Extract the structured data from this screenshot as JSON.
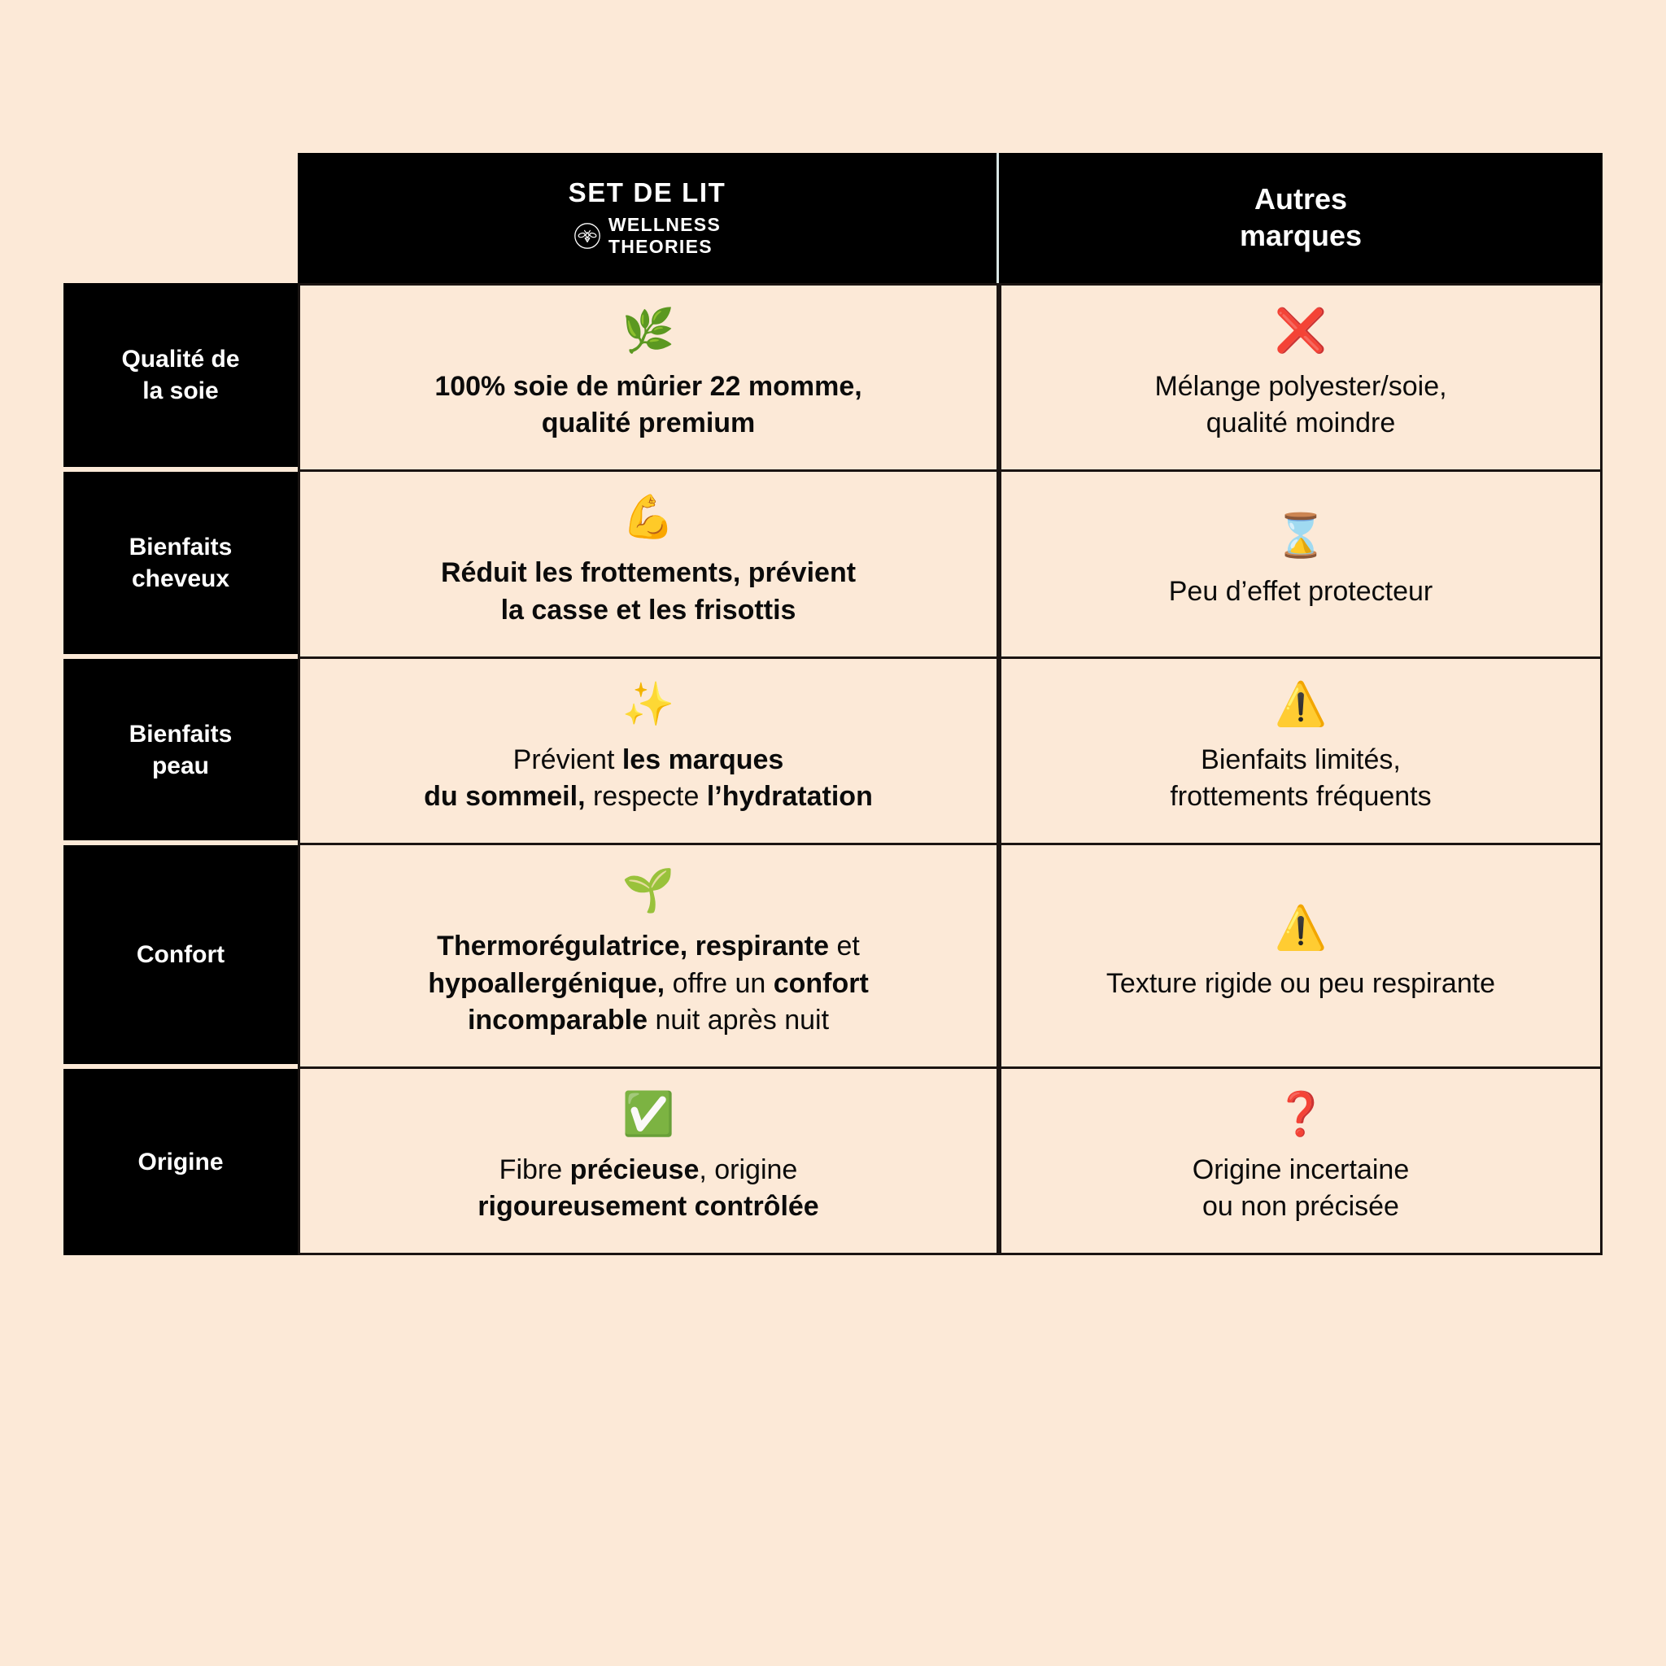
{
  "theme": {
    "background": "#FCE9D7",
    "header_bg": "#000000",
    "header_text": "#FFFFFF",
    "border": "#1A1412",
    "negative_red": "#E01B1B"
  },
  "header": {
    "label_spacer": "",
    "ours": {
      "top_line": "SET DE LIT",
      "brand_line1": "WELLNESS",
      "brand_line2": "THEORIES",
      "logo_icon": "bee-logo-icon"
    },
    "others": {
      "line1": "Autres",
      "line2": "marques"
    }
  },
  "rows": [
    {
      "label_line1": "Qualité de",
      "label_line2": "la soie",
      "ours": {
        "icon": "herb-leaf-emoji",
        "emoji": "🌿",
        "line1_bold": "100% soie de mûrier 22 momme,",
        "line2_bold": "qualité premium"
      },
      "others": {
        "icon": "red-cross-mark-emoji",
        "emoji": "❌",
        "line1": "Mélange polyester/soie,",
        "line2": "qualité moindre"
      }
    },
    {
      "label_line1": "Bienfaits",
      "label_line2": "cheveux",
      "ours": {
        "icon": "flexed-biceps-emoji",
        "emoji": "💪",
        "line1_bold": "Réduit les frottements, prévient",
        "line2_bold": "la casse et les frisottis"
      },
      "others": {
        "icon": "hourglass-done-emoji",
        "emoji": "⌛",
        "line1": "Peu d’effet protecteur",
        "line2": ""
      }
    },
    {
      "label_line1": "Bienfaits",
      "label_line2": "peau",
      "ours": {
        "icon": "sparkles-emoji",
        "emoji": "✨",
        "l1_regular_a": "Prévient ",
        "l1_bold_a": "les marques",
        "l2_bold_a": "du sommeil,",
        "l2_regular_a": " respecte ",
        "l2_bold_b": "l’hydratation"
      },
      "others": {
        "icon": "warning-triangle-emoji",
        "emoji": "⚠️",
        "line1": "Bienfaits limités,",
        "line2": "frottements fréquents"
      }
    },
    {
      "label_line1": "Confort",
      "label_line2": "",
      "ours": {
        "icon": "seedling-emoji",
        "emoji": "🌱",
        "l1_bold_a": "Thermorégulatrice, respirante",
        "l1_regular_a": " et",
        "l2_bold_a": "hypoallergénique,",
        "l2_regular_a": " offre un ",
        "l2_bold_b": "confort",
        "l3_bold_a": "incomparable",
        "l3_regular_a": " nuit après nuit"
      },
      "others": {
        "icon": "warning-triangle-emoji",
        "emoji": "⚠️",
        "line1": "Texture rigide ou peu respirante",
        "line2": ""
      }
    },
    {
      "label_line1": "Origine",
      "label_line2": "",
      "ours": {
        "icon": "white-check-mark-emoji",
        "emoji": "✅",
        "l1_regular_a": "Fibre ",
        "l1_bold_a": "précieuse",
        "l1_regular_b": ", origine",
        "l2_bold_a": "rigoureusement contrôlée"
      },
      "others": {
        "icon": "red-question-mark-emoji",
        "emoji": "❓",
        "line1": "Origine incertaine",
        "line2": "ou non précisée"
      }
    }
  ]
}
